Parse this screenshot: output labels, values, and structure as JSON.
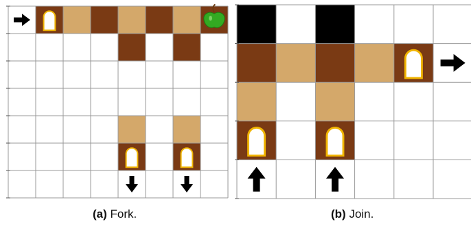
{
  "colors": {
    "dark_floor": "#7a3a14",
    "light_floor": "#d4a86a",
    "wall": "#000000",
    "door_fill": "#ffffff",
    "door_outline": "#f0b400",
    "grid_line": "#999999",
    "apple": "#33aa22"
  },
  "panel_a": {
    "caption_tag": "(a)",
    "caption_text": " Fork.",
    "cols": 8,
    "rows": 7,
    "cells": [
      {
        "col": 1,
        "row": 0,
        "type": "dark",
        "item": "door"
      },
      {
        "col": 2,
        "row": 0,
        "type": "light"
      },
      {
        "col": 3,
        "row": 0,
        "type": "dark"
      },
      {
        "col": 4,
        "row": 0,
        "type": "light"
      },
      {
        "col": 5,
        "row": 0,
        "type": "dark"
      },
      {
        "col": 6,
        "row": 0,
        "type": "light"
      },
      {
        "col": 7,
        "row": 0,
        "type": "dark",
        "item": "apple"
      },
      {
        "col": 4,
        "row": 1,
        "type": "dark"
      },
      {
        "col": 6,
        "row": 1,
        "type": "dark"
      },
      {
        "col": 4,
        "row": 4,
        "type": "light"
      },
      {
        "col": 6,
        "row": 4,
        "type": "light"
      },
      {
        "col": 4,
        "row": 5,
        "type": "dark",
        "item": "door"
      },
      {
        "col": 6,
        "row": 5,
        "type": "dark",
        "item": "door"
      }
    ],
    "arrows": [
      {
        "col": 0,
        "row": 0,
        "dir": "right"
      },
      {
        "col": 4,
        "row": 6,
        "dir": "down"
      },
      {
        "col": 6,
        "row": 6,
        "dir": "down"
      }
    ]
  },
  "panel_b": {
    "caption_tag": "(b)",
    "caption_text": " Join.",
    "cols": 6,
    "rows": 5,
    "cells": [
      {
        "col": 0,
        "row": 0,
        "type": "wall"
      },
      {
        "col": 2,
        "row": 0,
        "type": "wall"
      },
      {
        "col": 0,
        "row": 1,
        "type": "dark"
      },
      {
        "col": 1,
        "row": 1,
        "type": "light"
      },
      {
        "col": 2,
        "row": 1,
        "type": "dark"
      },
      {
        "col": 3,
        "row": 1,
        "type": "light"
      },
      {
        "col": 4,
        "row": 1,
        "type": "dark",
        "item": "door"
      },
      {
        "col": 0,
        "row": 2,
        "type": "light"
      },
      {
        "col": 2,
        "row": 2,
        "type": "light"
      },
      {
        "col": 0,
        "row": 3,
        "type": "dark",
        "item": "door"
      },
      {
        "col": 2,
        "row": 3,
        "type": "dark",
        "item": "door"
      }
    ],
    "arrows": [
      {
        "col": 5,
        "row": 1,
        "dir": "right"
      },
      {
        "col": 0,
        "row": 4,
        "dir": "up"
      },
      {
        "col": 2,
        "row": 4,
        "dir": "up"
      }
    ]
  }
}
